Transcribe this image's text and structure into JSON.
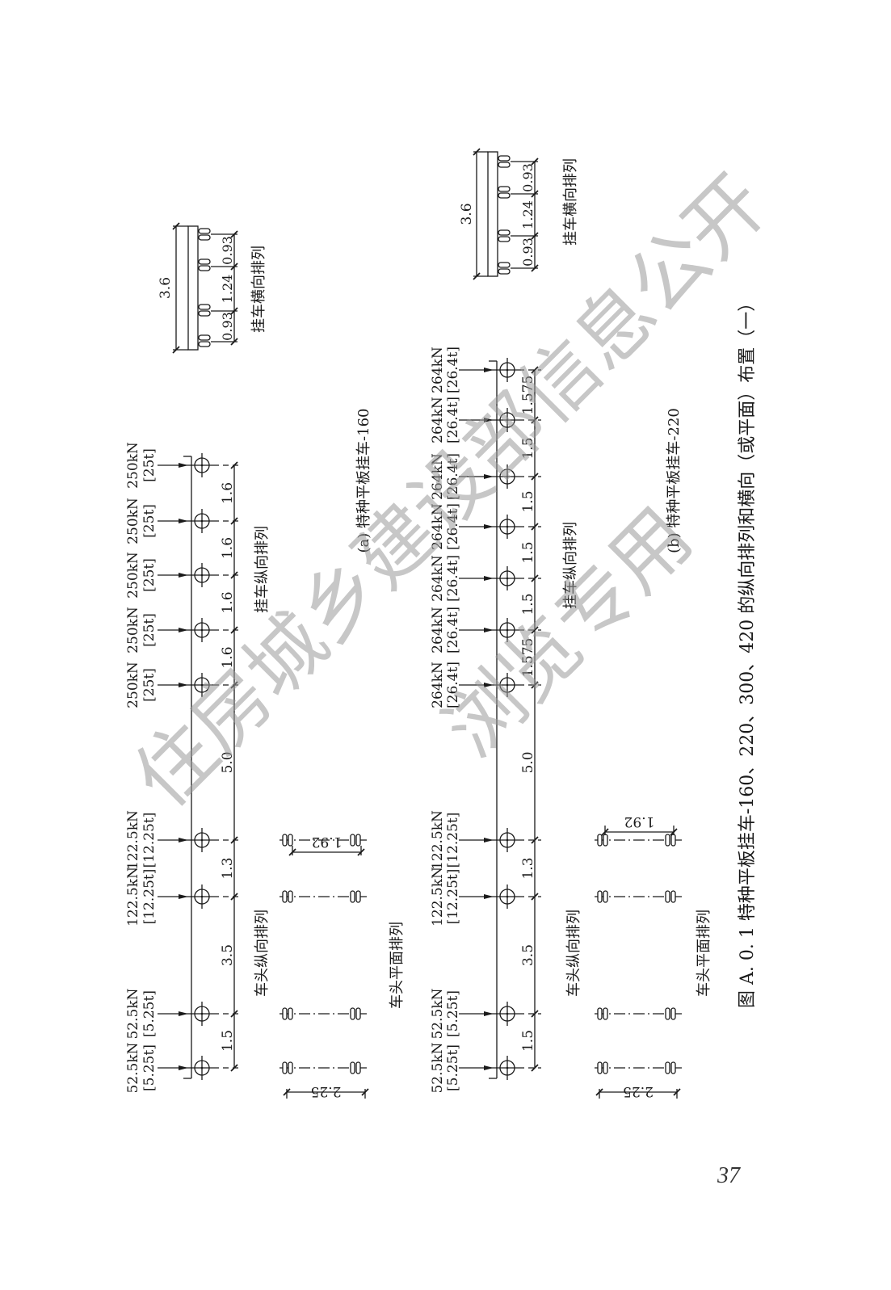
{
  "panels": [
    {
      "title": "(a) 特种平板挂车-160",
      "trailer_longitudinal_label": "挂车纵向排列",
      "trailer_transverse_label": "挂车横向排列",
      "head_longitudinal_label": "车头纵向排列",
      "head_plan_label": "车头平面排列",
      "trailer_loads": [
        {
          "force": "250kN",
          "mass": "[25t]"
        },
        {
          "force": "250kN",
          "mass": "[25t]"
        },
        {
          "force": "250kN",
          "mass": "[25t]"
        },
        {
          "force": "250kN",
          "mass": "[25t]"
        },
        {
          "force": "250kN",
          "mass": "[25t]"
        }
      ],
      "trailer_spacings": [
        "1.6",
        "1.6",
        "1.6",
        "1.6"
      ],
      "gap": "5.0",
      "head_loads": [
        {
          "force": "122.5kN",
          "mass": "[12.25t]"
        },
        {
          "force": "122.5kN",
          "mass": "[12.25t]"
        },
        {
          "force": "52.5kN",
          "mass": "[5.25t]"
        },
        {
          "force": "52.5kN",
          "mass": "[5.25t]"
        }
      ],
      "head_spacings": [
        "1.3",
        "3.5",
        "1.5"
      ],
      "transverse": {
        "total": "3.6",
        "spacings": [
          "0.93",
          "1.24",
          "0.93"
        ]
      },
      "head_plan": {
        "track_rear": "1.92",
        "track_front": "2.25"
      }
    },
    {
      "title": "(b) 特种平板挂车-220",
      "trailer_longitudinal_label": "挂车纵向排列",
      "trailer_transverse_label": "挂车横向排列",
      "head_longitudinal_label": "车头纵向排列",
      "head_plan_label": "车头平面排列",
      "trailer_loads": [
        {
          "force": "264kN",
          "mass": "[26.4t]"
        },
        {
          "force": "264kN",
          "mass": "[26.4t]"
        },
        {
          "force": "264kN",
          "mass": "[26.4t]"
        },
        {
          "force": "264kN",
          "mass": "[26.4t]"
        },
        {
          "force": "264kN",
          "mass": "[26.4t]"
        },
        {
          "force": "264kN",
          "mass": "[26.4t]"
        },
        {
          "force": "264kN",
          "mass": "[26.4t]"
        }
      ],
      "trailer_spacings": [
        "1.575",
        "1.5",
        "1.5",
        "1.5",
        "1.5",
        "1.575"
      ],
      "gap": "5.0",
      "head_loads": [
        {
          "force": "122.5kN",
          "mass": "[12.25t]"
        },
        {
          "force": "122.5kN",
          "mass": "[12.25t]"
        },
        {
          "force": "52.5kN",
          "mass": "[5.25t]"
        },
        {
          "force": "52.5kN",
          "mass": "[5.25t]"
        }
      ],
      "head_spacings": [
        "1.3",
        "3.5",
        "1.5"
      ],
      "transverse": {
        "total": "3.6",
        "spacings": [
          "0.93",
          "1.24",
          "0.93"
        ]
      },
      "head_plan": {
        "track_rear": "1.92",
        "track_front": "2.25"
      }
    }
  ],
  "caption": "图 A. 0. 1   特种平板挂车-160、220、300、420 的纵向排列和横向（或平面）布置（一）",
  "page_number": "37",
  "watermark": {
    "line1": "住房城乡建设部信息公开",
    "line2": "浏览专用"
  }
}
